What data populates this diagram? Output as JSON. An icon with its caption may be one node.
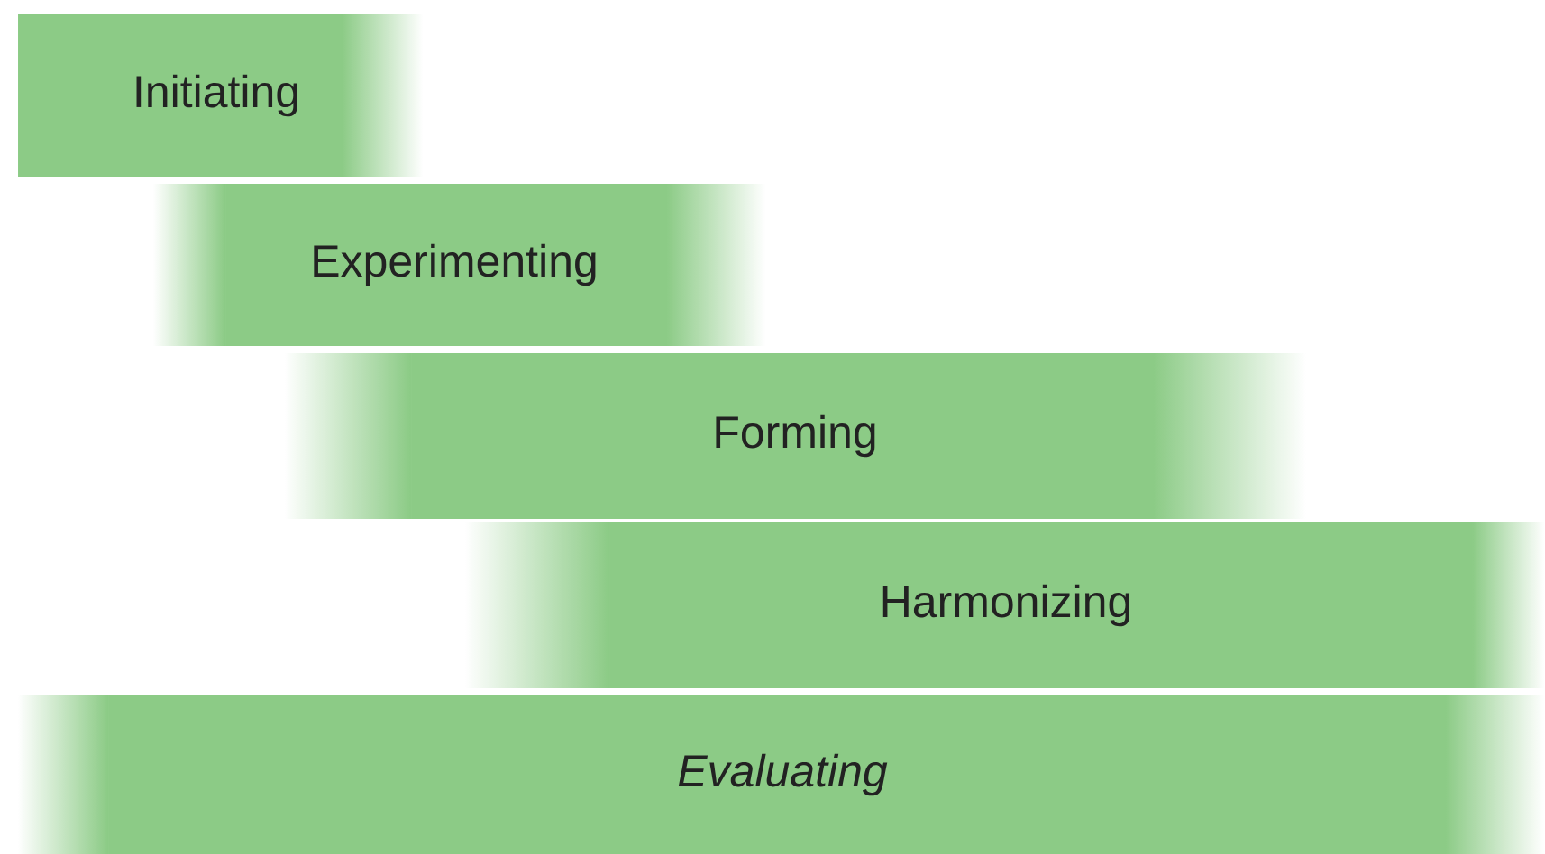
{
  "diagram": {
    "nodes": [
      {
        "text": [
          "Initiating"
        ]
      },
      {
        "text": [
          "Experimenting"
        ]
      },
      {
        "text": [
          "Forming"
        ]
      },
      {
        "text": [
          "Harmonizing"
        ]
      },
      {
        "text": [
          "Evaluating"
        ]
      }
    ]
  }
}
